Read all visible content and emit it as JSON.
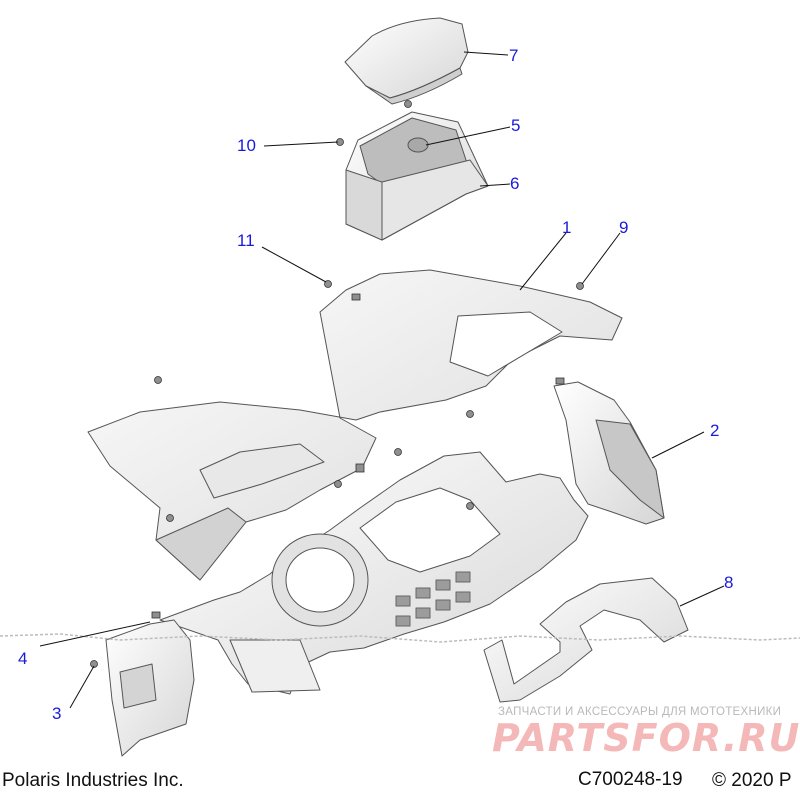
{
  "callouts": [
    {
      "id": "1",
      "text": "1"
    },
    {
      "id": "2",
      "text": "2"
    },
    {
      "id": "3",
      "text": "3"
    },
    {
      "id": "4",
      "text": "4"
    },
    {
      "id": "5",
      "text": "5"
    },
    {
      "id": "6",
      "text": "6"
    },
    {
      "id": "7",
      "text": "7"
    },
    {
      "id": "8",
      "text": "8"
    },
    {
      "id": "9",
      "text": "9"
    },
    {
      "id": "10",
      "text": "10"
    },
    {
      "id": "11",
      "text": "11"
    }
  ],
  "footer": {
    "left": "Polaris Industries Inc.",
    "code": "C700248-19",
    "copyright": "© 2020 P"
  },
  "watermark": {
    "subtitle": "ЗАПЧАСТИ И АКСЕССУАРЫ ДЛЯ МОТОТЕХНИКИ",
    "logo": "PARTSFOR.RU"
  },
  "colors": {
    "callout": "#1a1adb",
    "outline": "#555555",
    "watermark_logo": "#f4b8b8"
  }
}
